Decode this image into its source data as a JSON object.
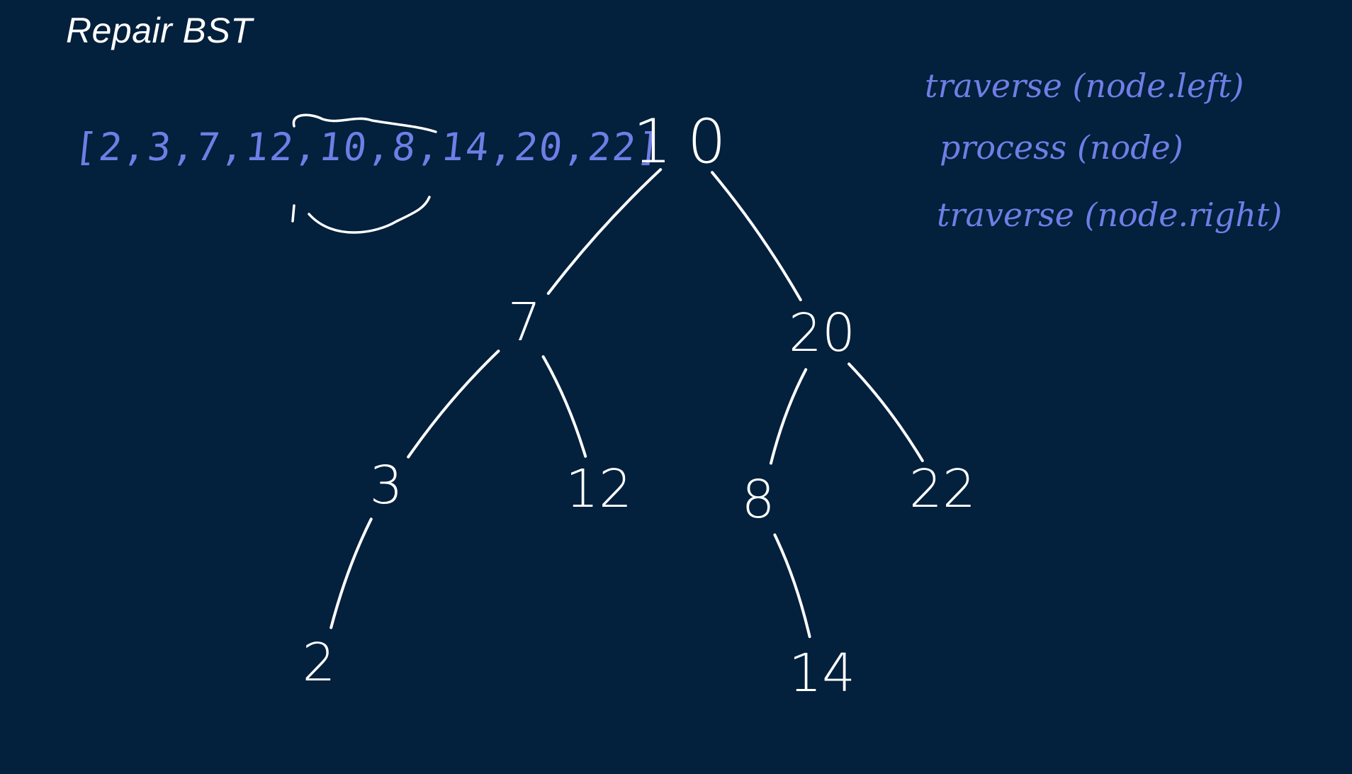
{
  "title": "Repair BST",
  "array": {
    "values": [
      "2",
      "3",
      "7",
      "12",
      "10",
      "8",
      "14",
      "20",
      "22"
    ],
    "swapped": [
      "12",
      "8"
    ]
  },
  "pseudocode": [
    "traverse (node.left)",
    "process (node)",
    "traverse (node.right)"
  ],
  "tree": {
    "nodes": [
      {
        "id": "n10",
        "label": "10"
      },
      {
        "id": "n7",
        "label": "7"
      },
      {
        "id": "n20",
        "label": "20"
      },
      {
        "id": "n3",
        "label": "3"
      },
      {
        "id": "n12",
        "label": "12"
      },
      {
        "id": "n8",
        "label": "8"
      },
      {
        "id": "n22",
        "label": "22"
      },
      {
        "id": "n2",
        "label": "2"
      },
      {
        "id": "n14",
        "label": "14"
      }
    ],
    "edges": [
      [
        "n10",
        "n7"
      ],
      [
        "n10",
        "n20"
      ],
      [
        "n7",
        "n3"
      ],
      [
        "n7",
        "n12"
      ],
      [
        "n20",
        "n8"
      ],
      [
        "n20",
        "n22"
      ],
      [
        "n3",
        "n2"
      ],
      [
        "n8",
        "n14"
      ]
    ]
  },
  "colors": {
    "background": "#03203c",
    "ink": "#ffffff",
    "annotation": "#6f7ee6"
  }
}
